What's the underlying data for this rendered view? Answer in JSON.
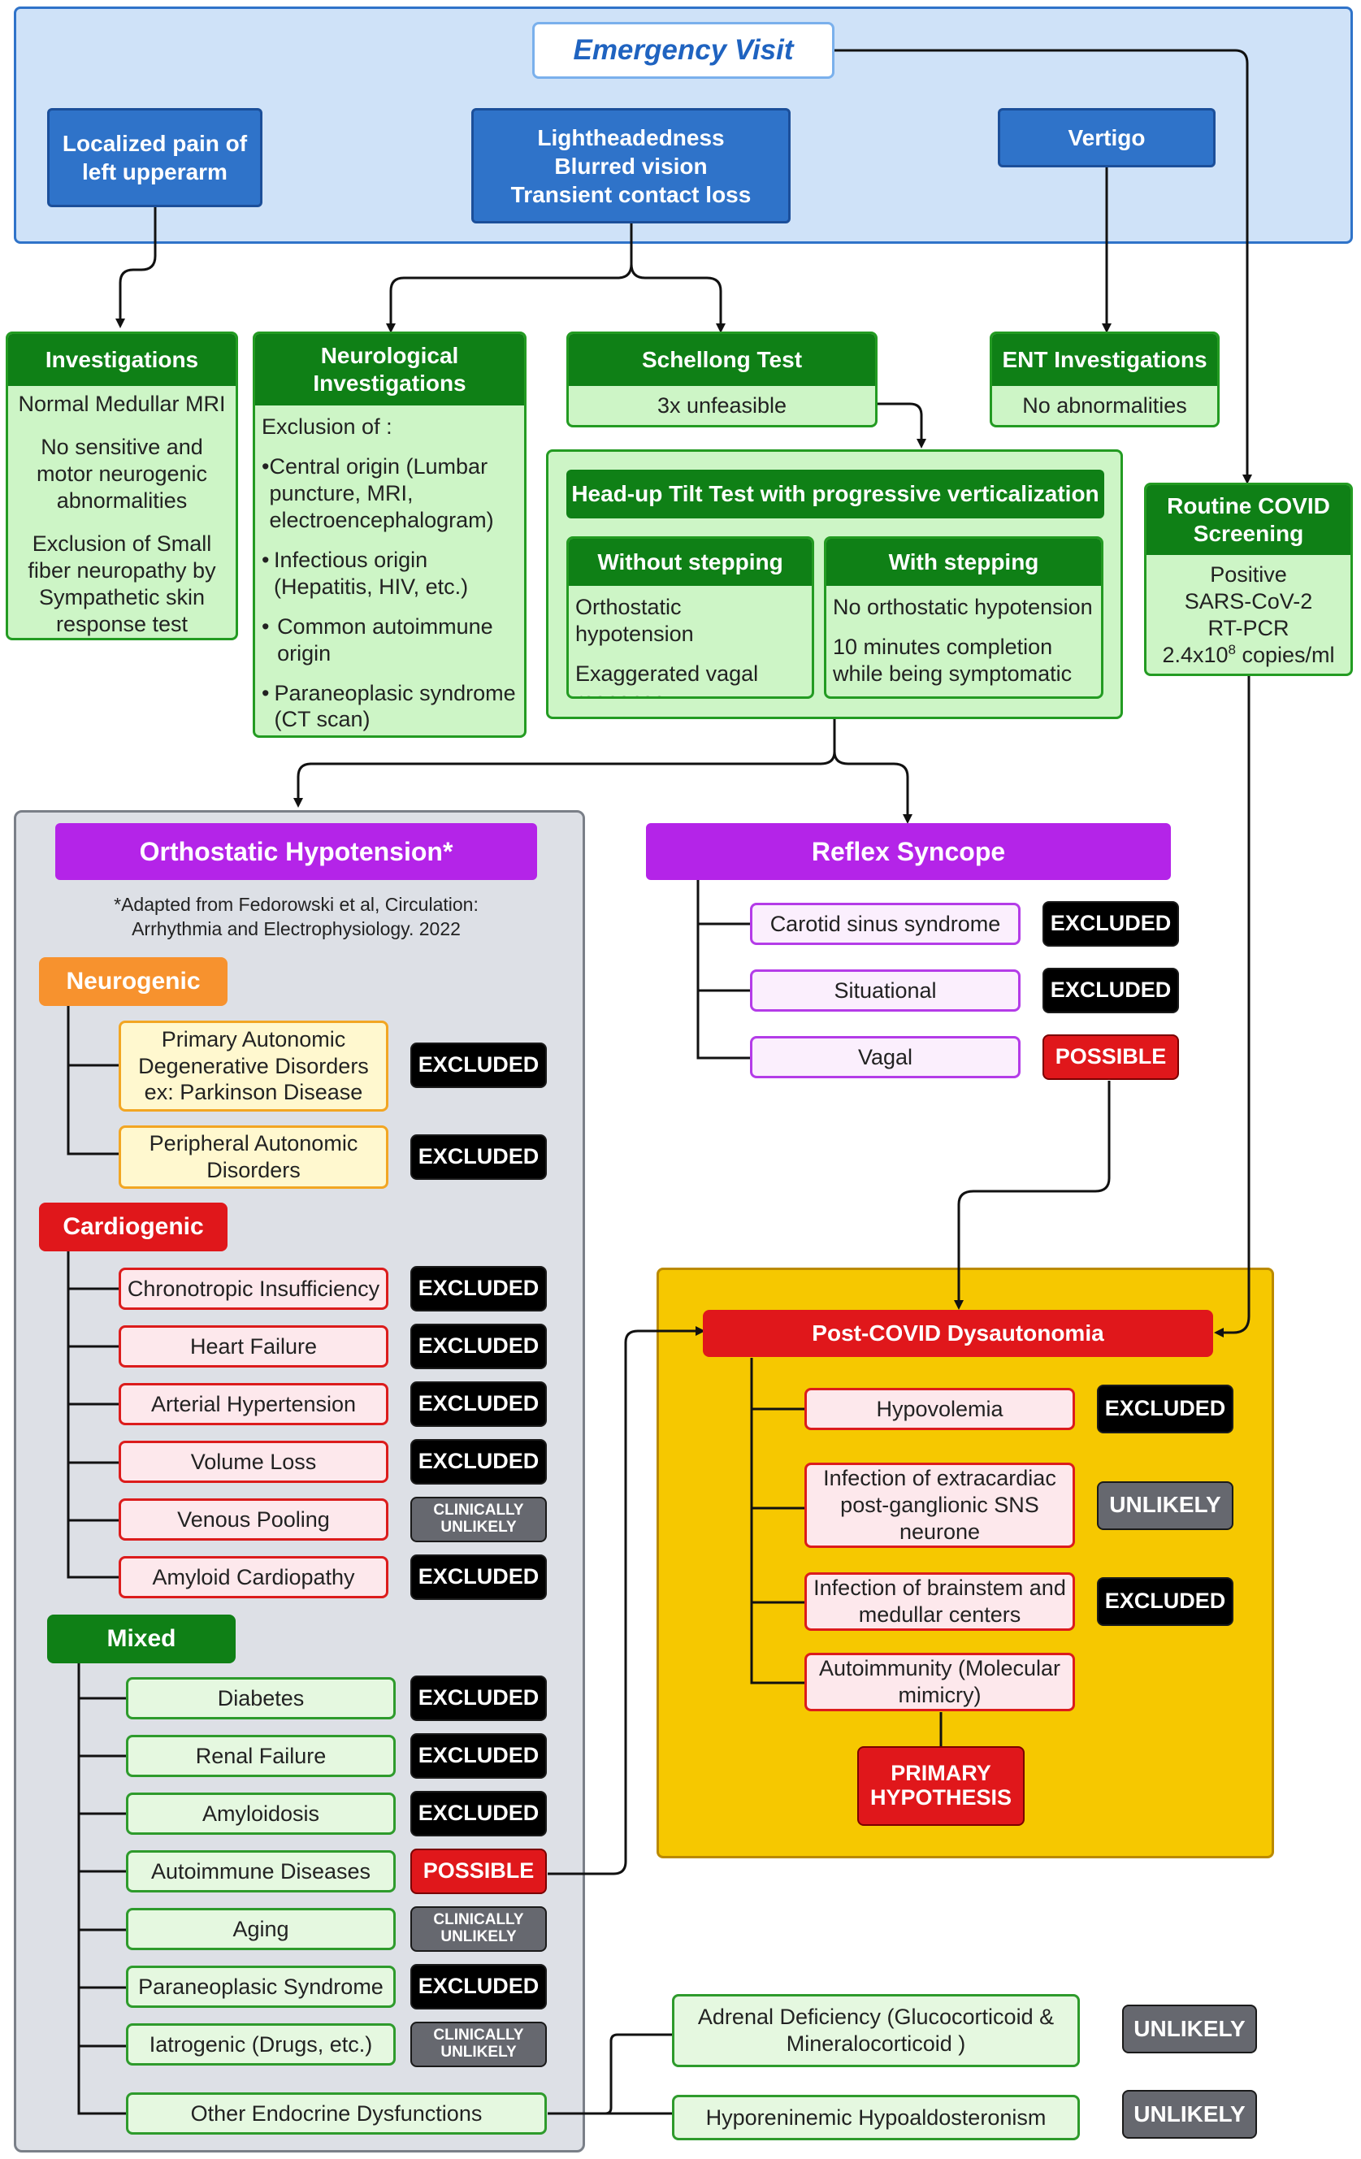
{
  "top": {
    "emergency": "Emergency Visit",
    "localized": "Localized pain of left upperarm",
    "symptoms": [
      "Lightheadedness",
      "Blurred vision",
      "Transient contact loss"
    ],
    "vertigo": "Vertigo"
  },
  "investigations": {
    "title": "Investigations",
    "lines": [
      "Normal Medullar MRI",
      "No sensitive and motor neurogenic abnormalities",
      "Exclusion of Small fiber neuropathy by Sympathetic skin response test"
    ]
  },
  "neuro": {
    "title": "Neurological Investigations",
    "intro": "Exclusion of :",
    "bullets": [
      "Central origin (Lumbar puncture, MRI, electroencephalogram)",
      "Infectious origin (Hepatitis, HIV, etc.)",
      "Common autoimmune origin",
      "Paraneoplasic syndrome (CT scan)"
    ]
  },
  "schellong": {
    "title": "Schellong Test",
    "result": "3x unfeasible"
  },
  "ent": {
    "title": "ENT Investigations",
    "result": "No abnormalities"
  },
  "tilt": {
    "title": "Head-up Tilt Test with progressive verticalization",
    "without": {
      "title": "Without stepping",
      "lines": [
        "Orthostatic hypotension",
        "Exaggerated vagal response"
      ]
    },
    "with": {
      "title": "With stepping",
      "lines": [
        "No orthostatic hypotension",
        "10 minutes completion while being symptomatic"
      ]
    }
  },
  "covid": {
    "title": "Routine COVID Screening",
    "lines": [
      "Positive",
      "SARS-CoV-2",
      "RT-PCR"
    ],
    "copies_prefix": "2.4x10",
    "copies_exp": "8",
    "copies_suffix": " copies/ml"
  },
  "oh": {
    "title": "Orthostatic Hypotension*",
    "note": [
      "*Adapted from Fedorowski et al, Circulation:",
      "Arrhythmia and Electrophysiology. 2022"
    ],
    "neurogenic": {
      "label": "Neurogenic",
      "items": [
        {
          "text": "Primary Autonomic Degenerative Disorders ex: Parkinson Disease",
          "status": "EXCLUDED"
        },
        {
          "text": "Peripheral Autonomic Disorders",
          "status": "EXCLUDED"
        }
      ]
    },
    "cardiogenic": {
      "label": "Cardiogenic",
      "items": [
        {
          "text": "Chronotropic Insufficiency",
          "status": "EXCLUDED"
        },
        {
          "text": "Heart Failure",
          "status": "EXCLUDED"
        },
        {
          "text": "Arterial Hypertension",
          "status": "EXCLUDED"
        },
        {
          "text": "Volume Loss",
          "status": "EXCLUDED"
        },
        {
          "text": "Venous Pooling",
          "status": "CLINICALLY UNLIKELY"
        },
        {
          "text": "Amyloid Cardiopathy",
          "status": "EXCLUDED"
        }
      ]
    },
    "mixed": {
      "label": "Mixed",
      "items": [
        {
          "text": "Diabetes",
          "status": "EXCLUDED"
        },
        {
          "text": "Renal Failure",
          "status": "EXCLUDED"
        },
        {
          "text": "Amyloidosis",
          "status": "EXCLUDED"
        },
        {
          "text": "Autoimmune Diseases",
          "status": "POSSIBLE"
        },
        {
          "text": "Aging",
          "status": "CLINICALLY UNLIKELY"
        },
        {
          "text": "Paraneoplasic Syndrome",
          "status": "EXCLUDED"
        },
        {
          "text": "Iatrogenic (Drugs, etc.)",
          "status": "CLINICALLY UNLIKELY"
        },
        {
          "text": "Other Endocrine Dysfunctions",
          "status": ""
        }
      ]
    }
  },
  "reflex": {
    "title": "Reflex Syncope",
    "items": [
      {
        "text": "Carotid sinus syndrome",
        "status": "EXCLUDED"
      },
      {
        "text": "Situational",
        "status": "EXCLUDED"
      },
      {
        "text": "Vagal",
        "status": "POSSIBLE"
      }
    ]
  },
  "postcovid": {
    "title": "Post-COVID Dysautonomia",
    "items": [
      {
        "text": "Hypovolemia",
        "status": "EXCLUDED"
      },
      {
        "text": "Infection of extracardiac post-ganglionic SNS neurone",
        "status": "UNLIKELY"
      },
      {
        "text": "Infection of brainstem and medullar centers",
        "status": "EXCLUDED"
      },
      {
        "text": "Autoimmunity (Molecular mimicry)",
        "status": ""
      }
    ],
    "primary": "PRIMARY HYPOTHESIS"
  },
  "endocrine": [
    {
      "text": "Adrenal Deficiency (Glucocorticoid & Mineralocorticoid )",
      "status": "UNLIKELY"
    },
    {
      "text": "Hyporeninemic Hypoaldosteronism",
      "status": "UNLIKELY"
    }
  ],
  "colors": {
    "excluded": "#000000",
    "possible": "#e0171b",
    "unlikely": "#66686f",
    "neurogenic": "#f7922e",
    "cardiogenic": "#e0171b",
    "mixed": "#0f8016",
    "purple": "#b424e8",
    "post_covid_panel": "#f6c800"
  }
}
